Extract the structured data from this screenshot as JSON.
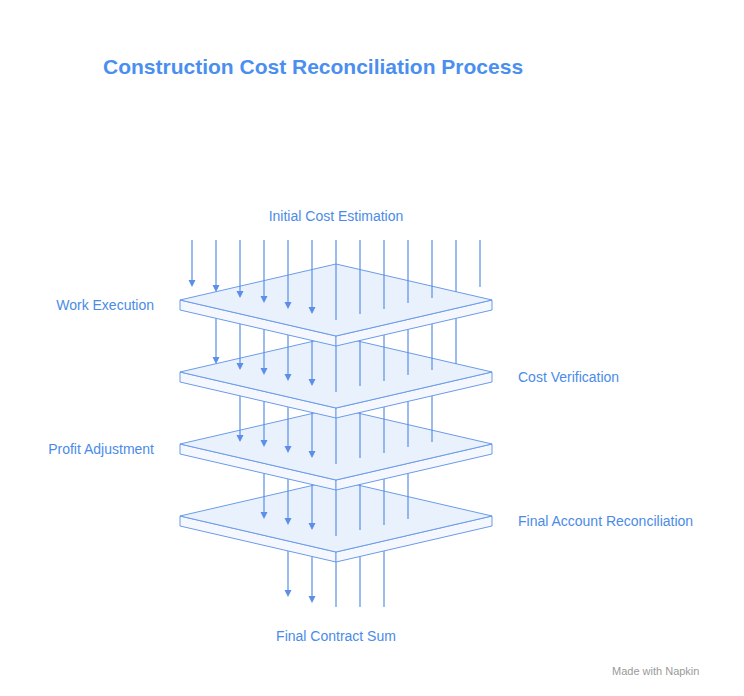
{
  "diagram": {
    "title": "Construction Cost Reconciliation Process",
    "nodes": [
      {
        "text": [
          "Work Execution"
        ]
      },
      {
        "text": [
          "Cost Verification"
        ]
      },
      {
        "text": [
          "Profit Adjustment"
        ]
      },
      {
        "text": [
          "Final Account Reconciliation"
        ]
      }
    ],
    "labels": [
      "Initial Cost Estimation",
      "Final Contract Sum",
      "Made with Napkin"
    ]
  }
}
